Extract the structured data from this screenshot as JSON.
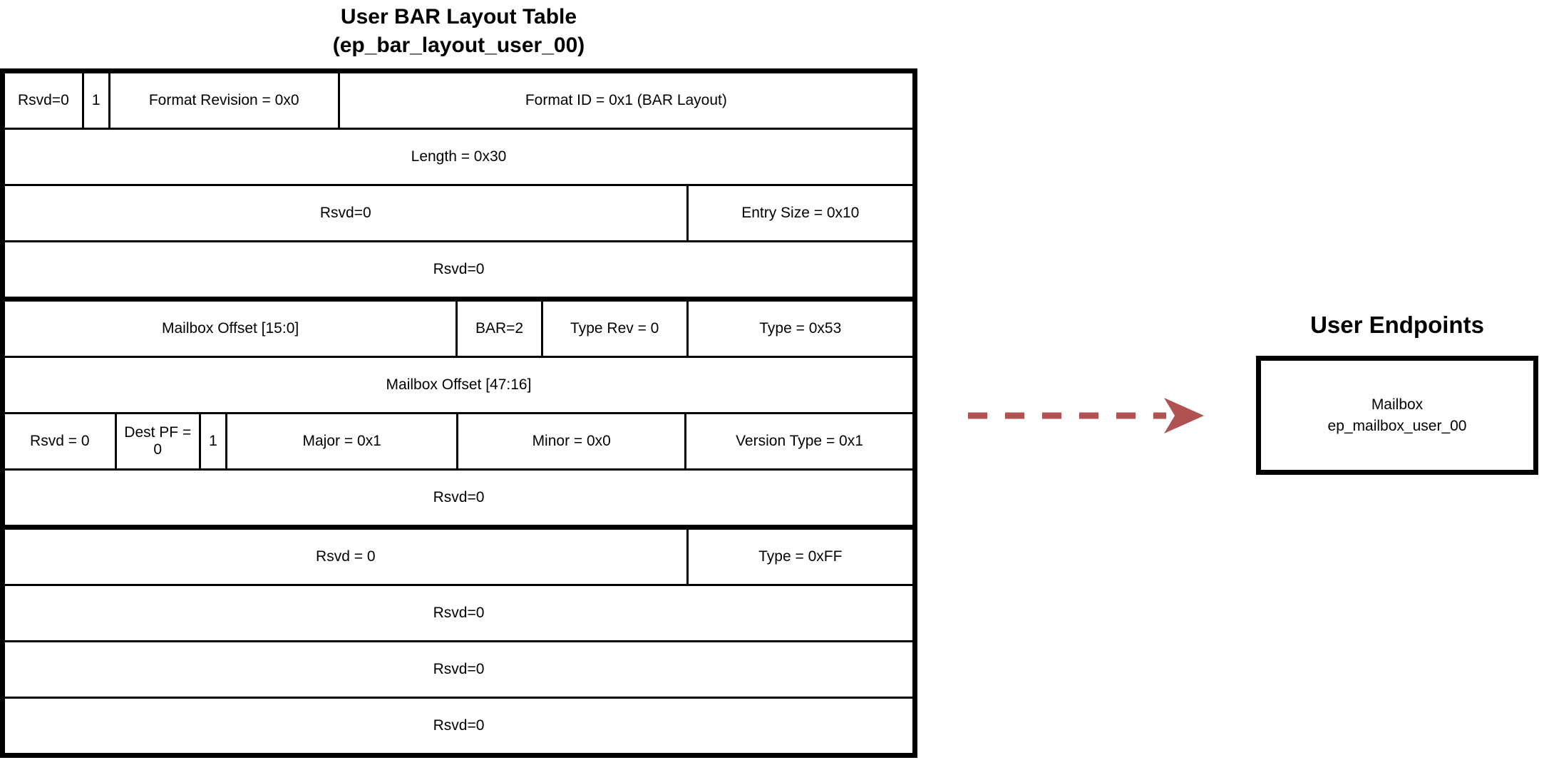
{
  "diagram": {
    "title_line1": "User BAR Layout Table",
    "title_line2": "(ep_bar_layout_user_00)",
    "endpoints_title": "User Endpoints",
    "mailbox": {
      "line1": "Mailbox",
      "line2": "ep_mailbox_user_00"
    }
  },
  "colors": {
    "arrow": "#b05252",
    "border": "#000000",
    "background": "#ffffff"
  },
  "table": {
    "rows": [
      {
        "cells": [
          "Rsvd=0",
          "1",
          "Format Revision = 0x0",
          "Format ID = 0x1 (BAR Layout)"
        ]
      },
      {
        "cells": [
          "Length = 0x30"
        ]
      },
      {
        "cells": [
          "Rsvd=0",
          "Entry Size = 0x10"
        ]
      },
      {
        "cells": [
          "Rsvd=0"
        ]
      },
      {
        "cells": [
          "Mailbox Offset [15:0]",
          "BAR=2",
          "Type Rev = 0",
          "Type = 0x53"
        ]
      },
      {
        "cells": [
          "Mailbox Offset [47:16]"
        ]
      },
      {
        "cells": [
          "Rsvd = 0",
          "Dest PF = 0",
          "1",
          "Major = 0x1",
          "Minor = 0x0",
          "Version Type = 0x1"
        ]
      },
      {
        "cells": [
          "Rsvd=0"
        ]
      },
      {
        "cells": [
          "Rsvd = 0",
          "Type = 0xFF"
        ]
      },
      {
        "cells": [
          "Rsvd=0"
        ]
      },
      {
        "cells": [
          "Rsvd=0"
        ]
      },
      {
        "cells": [
          "Rsvd=0"
        ]
      }
    ]
  }
}
